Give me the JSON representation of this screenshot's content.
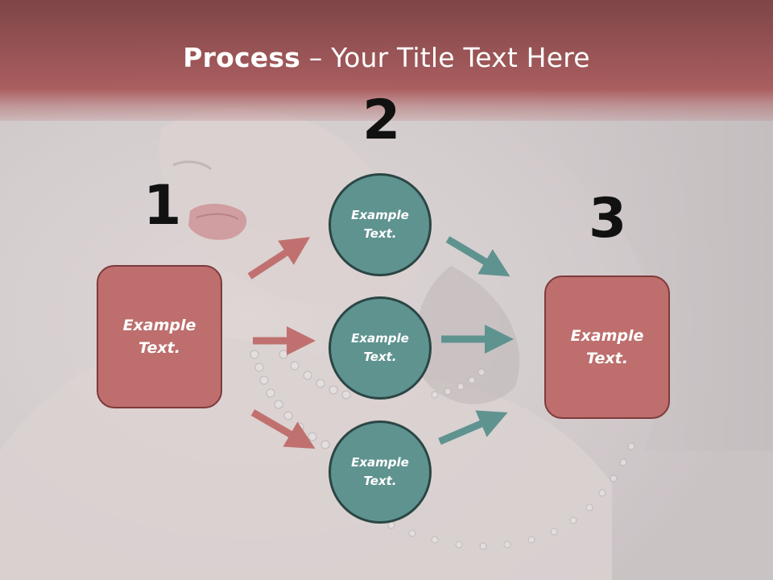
{
  "slide": {
    "title_bold": "Process",
    "title_rest": " – Your Title Text Here"
  },
  "steps": [
    {
      "number": "1"
    },
    {
      "number": "2"
    },
    {
      "number": "3"
    }
  ],
  "nodes": {
    "left_box": "Example\nText.",
    "circle_top": "Example\nText.",
    "circle_middle": "Example\nText.",
    "circle_bottom": "Example\nText.",
    "right_box": "Example\nText."
  },
  "colors": {
    "header": "#a8585a",
    "box_fill": "#bd6e6d",
    "box_border": "#7f3a3b",
    "circle_fill": "#5f9390",
    "circle_border": "#2b4644",
    "arrow_red": "#c0716f",
    "arrow_teal": "#5f9390"
  }
}
